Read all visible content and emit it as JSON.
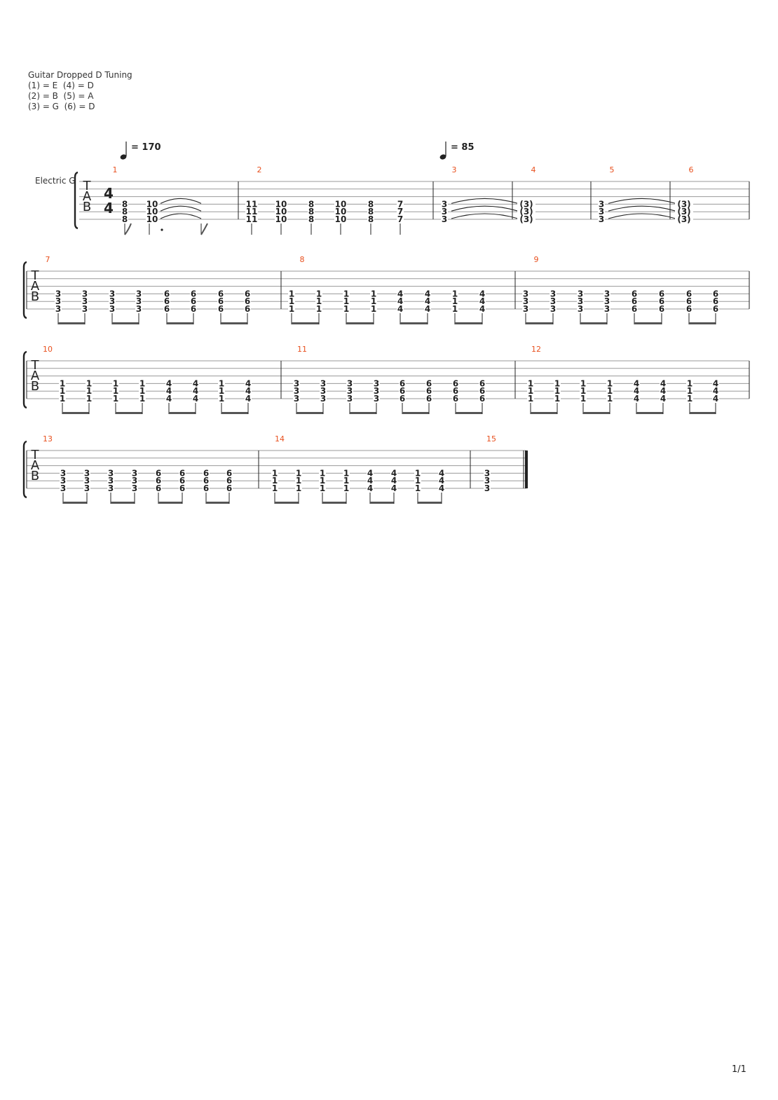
{
  "tuning": {
    "title": "Guitar Dropped D Tuning",
    "lines": [
      "(1) = E  (4) = D",
      "(2) = B  (5) = A",
      "(3) = G  (6) = D"
    ]
  },
  "track_name": "Electric G",
  "clef": [
    "T",
    "A",
    "B"
  ],
  "time_signature": {
    "num": "4",
    "den": "4"
  },
  "tempos": [
    {
      "label": "= 170",
      "measure": 1
    },
    {
      "label": "= 85",
      "measure": 3
    }
  ],
  "page_number": "1/1",
  "colors": {
    "measure_number": "#e8501e",
    "ink": "#222222",
    "staff_line": "#9a9a9a"
  },
  "measures": [
    {
      "number": "1",
      "beats": [
        [
          "8",
          "8",
          "8"
        ],
        [
          "10",
          "10",
          "10"
        ]
      ],
      "beam": "flags",
      "tie_out": true
    },
    {
      "number": "2",
      "beats": [
        [
          "11",
          "11",
          "11"
        ],
        [
          "10",
          "10",
          "10"
        ],
        [
          "8",
          "8",
          "8"
        ],
        [
          "10",
          "10",
          "10"
        ],
        [
          "8",
          "8",
          "8"
        ],
        [
          "7",
          "7",
          "7"
        ]
      ],
      "beam": "stems"
    },
    {
      "number": "3",
      "beats": [
        [
          "3",
          "3",
          "3"
        ]
      ],
      "beam": "none",
      "tie_out": true
    },
    {
      "number": "4",
      "beats": [
        [
          "(3)",
          "(3)",
          "(3)"
        ]
      ],
      "beam": "none"
    },
    {
      "number": "5",
      "beats": [
        [
          "3",
          "3",
          "3"
        ]
      ],
      "beam": "none",
      "tie_out": true
    },
    {
      "number": "6",
      "beats": [
        [
          "(3)",
          "(3)",
          "(3)"
        ]
      ],
      "beam": "none"
    },
    {
      "number": "7",
      "beats": [
        [
          "3",
          "3",
          "3"
        ],
        [
          "3",
          "3",
          "3"
        ],
        [
          "3",
          "3",
          "3"
        ],
        [
          "3",
          "3",
          "3"
        ],
        [
          "6",
          "6",
          "6"
        ],
        [
          "6",
          "6",
          "6"
        ],
        [
          "6",
          "6",
          "6"
        ],
        [
          "6",
          "6",
          "6"
        ]
      ],
      "beam": "pairs"
    },
    {
      "number": "8",
      "beats": [
        [
          "1",
          "1",
          "1"
        ],
        [
          "1",
          "1",
          "1"
        ],
        [
          "1",
          "1",
          "1"
        ],
        [
          "1",
          "1",
          "1"
        ],
        [
          "4",
          "4",
          "4"
        ],
        [
          "4",
          "4",
          "4"
        ],
        [
          "1",
          "1",
          "1"
        ],
        [
          "4",
          "4",
          "4"
        ]
      ],
      "beam": "pairs"
    },
    {
      "number": "9",
      "beats": [
        [
          "3",
          "3",
          "3"
        ],
        [
          "3",
          "3",
          "3"
        ],
        [
          "3",
          "3",
          "3"
        ],
        [
          "3",
          "3",
          "3"
        ],
        [
          "6",
          "6",
          "6"
        ],
        [
          "6",
          "6",
          "6"
        ],
        [
          "6",
          "6",
          "6"
        ],
        [
          "6",
          "6",
          "6"
        ]
      ],
      "beam": "pairs"
    },
    {
      "number": "10",
      "beats": [
        [
          "1",
          "1",
          "1"
        ],
        [
          "1",
          "1",
          "1"
        ],
        [
          "1",
          "1",
          "1"
        ],
        [
          "1",
          "1",
          "1"
        ],
        [
          "4",
          "4",
          "4"
        ],
        [
          "4",
          "4",
          "4"
        ],
        [
          "1",
          "1",
          "1"
        ],
        [
          "4",
          "4",
          "4"
        ]
      ],
      "beam": "pairs"
    },
    {
      "number": "11",
      "beats": [
        [
          "3",
          "3",
          "3"
        ],
        [
          "3",
          "3",
          "3"
        ],
        [
          "3",
          "3",
          "3"
        ],
        [
          "3",
          "3",
          "3"
        ],
        [
          "6",
          "6",
          "6"
        ],
        [
          "6",
          "6",
          "6"
        ],
        [
          "6",
          "6",
          "6"
        ],
        [
          "6",
          "6",
          "6"
        ]
      ],
      "beam": "pairs"
    },
    {
      "number": "12",
      "beats": [
        [
          "1",
          "1",
          "1"
        ],
        [
          "1",
          "1",
          "1"
        ],
        [
          "1",
          "1",
          "1"
        ],
        [
          "1",
          "1",
          "1"
        ],
        [
          "4",
          "4",
          "4"
        ],
        [
          "4",
          "4",
          "4"
        ],
        [
          "1",
          "1",
          "1"
        ],
        [
          "4",
          "4",
          "4"
        ]
      ],
      "beam": "pairs"
    },
    {
      "number": "13",
      "beats": [
        [
          "3",
          "3",
          "3"
        ],
        [
          "3",
          "3",
          "3"
        ],
        [
          "3",
          "3",
          "3"
        ],
        [
          "3",
          "3",
          "3"
        ],
        [
          "6",
          "6",
          "6"
        ],
        [
          "6",
          "6",
          "6"
        ],
        [
          "6",
          "6",
          "6"
        ],
        [
          "6",
          "6",
          "6"
        ]
      ],
      "beam": "pairs"
    },
    {
      "number": "14",
      "beats": [
        [
          "1",
          "1",
          "1"
        ],
        [
          "1",
          "1",
          "1"
        ],
        [
          "1",
          "1",
          "1"
        ],
        [
          "1",
          "1",
          "1"
        ],
        [
          "4",
          "4",
          "4"
        ],
        [
          "4",
          "4",
          "4"
        ],
        [
          "1",
          "1",
          "1"
        ],
        [
          "4",
          "4",
          "4"
        ]
      ],
      "beam": "pairs"
    },
    {
      "number": "15",
      "beats": [
        [
          "3",
          "3",
          "3"
        ]
      ],
      "beam": "none",
      "final": true
    }
  ]
}
